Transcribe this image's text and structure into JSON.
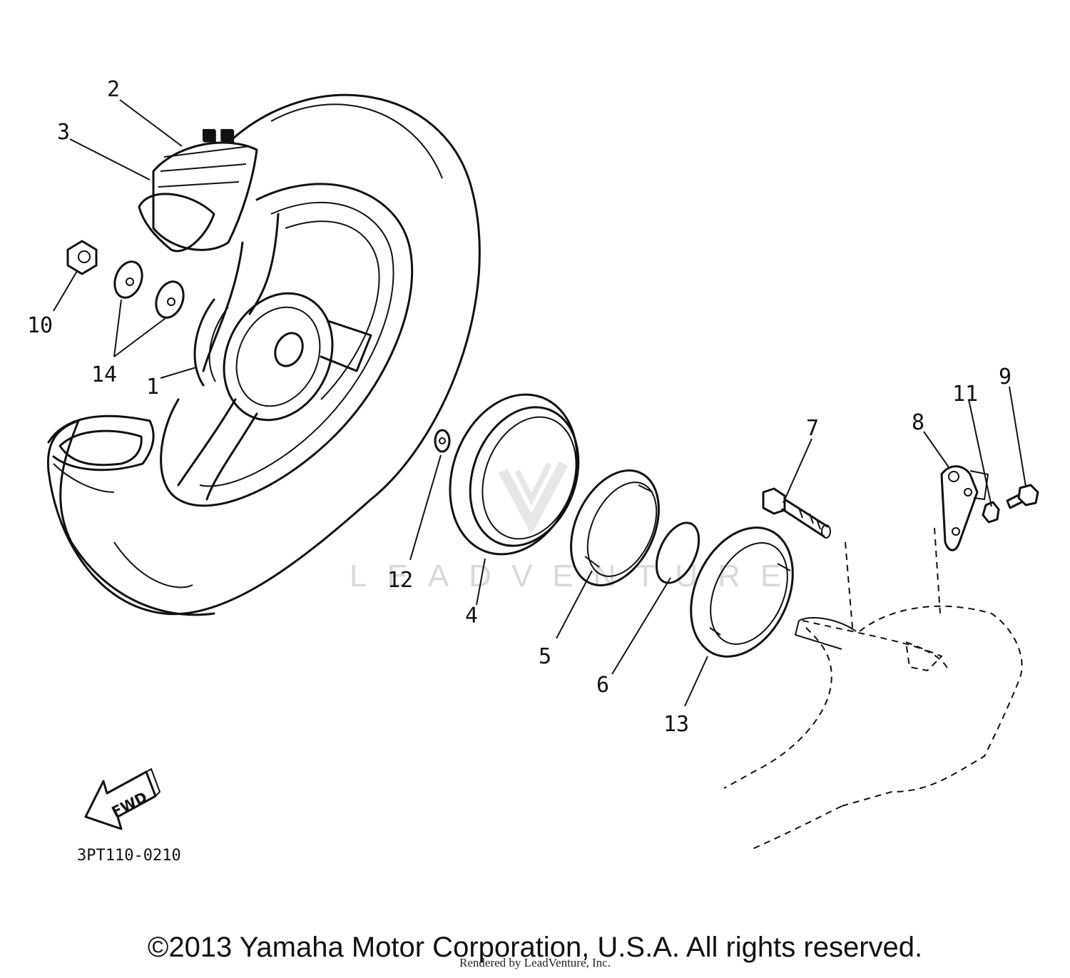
{
  "diagram": {
    "callouts": [
      {
        "id": "1",
        "label": "1"
      },
      {
        "id": "2",
        "label": "2"
      },
      {
        "id": "3",
        "label": "3"
      },
      {
        "id": "4",
        "label": "4"
      },
      {
        "id": "5",
        "label": "5"
      },
      {
        "id": "6",
        "label": "6"
      },
      {
        "id": "7",
        "label": "7"
      },
      {
        "id": "8",
        "label": "8"
      },
      {
        "id": "9",
        "label": "9"
      },
      {
        "id": "10",
        "label": "10"
      },
      {
        "id": "11",
        "label": "11"
      },
      {
        "id": "12",
        "label": "12"
      },
      {
        "id": "13",
        "label": "13"
      },
      {
        "id": "14",
        "label": "14"
      }
    ],
    "fwd_label": "FWD",
    "part_number": "3PT110-0210",
    "watermark": "LEADVENTURE"
  },
  "footer": {
    "copyright": "©2013 Yamaha Motor Corporation, U.S.A. All rights reserved.",
    "rendered_by": "Rendered by LeadVenture, Inc."
  }
}
